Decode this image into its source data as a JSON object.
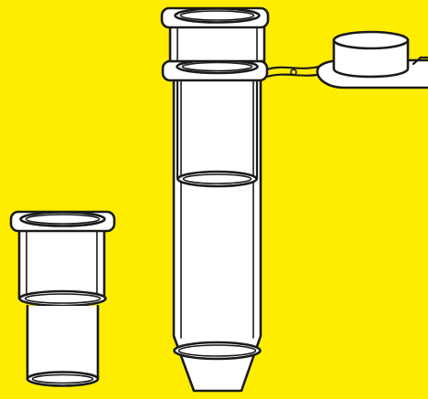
{
  "illustration": {
    "background_color": "#ffed00",
    "stroke_color": "#1a1a1a",
    "fill_color": "#ffffff",
    "objects": [
      {
        "name": "spin-filter-insert-with-collection-tube",
        "icon": "centrifuge-tube-icon"
      },
      {
        "name": "attached-snap-cap",
        "icon": "tube-cap-icon"
      },
      {
        "name": "separate-filter-insert",
        "icon": "filter-insert-icon"
      }
    ]
  }
}
